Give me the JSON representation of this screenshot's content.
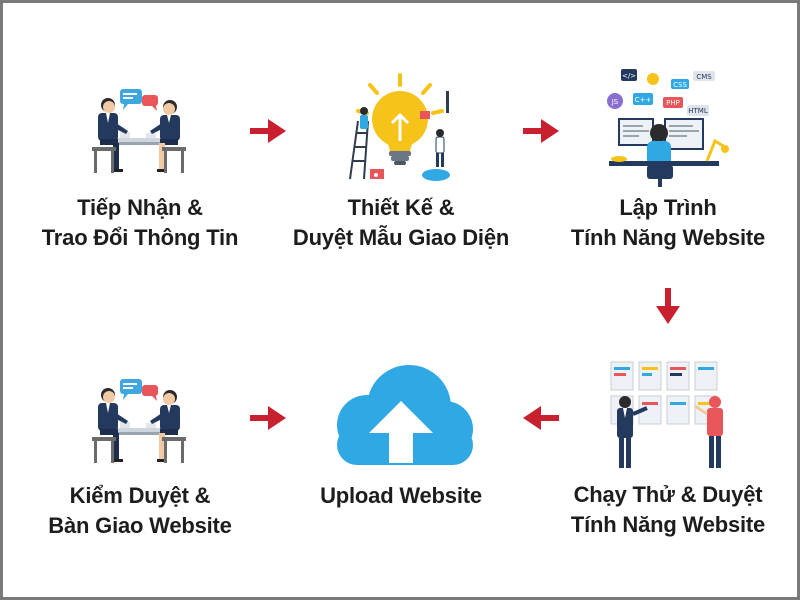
{
  "steps": [
    {
      "id": "tiep-nhan",
      "line1": "Tiếp Nhận &",
      "line2": "Trao Đổi Thông Tin"
    },
    {
      "id": "thiet-ke",
      "line1": "Thiết Kế &",
      "line2": "Duyệt Mẫu Giao Diện"
    },
    {
      "id": "lap-trinh",
      "line1": "Lập Trình",
      "line2": "Tính Năng Website"
    },
    {
      "id": "chay-thu",
      "line1": "Chạy Thử & Duyệt",
      "line2": "Tính Năng Website"
    },
    {
      "id": "upload",
      "line1": "Upload Website",
      "line2": ""
    },
    {
      "id": "kiem-duyet",
      "line1": "Kiểm Duyệt &",
      "line2": "Bàn Giao Website"
    }
  ],
  "icons": {
    "meeting": "meeting-icon",
    "lightbulb": "lightbulb-design-icon",
    "coding": "programmer-icon",
    "testing": "testing-board-icon",
    "cloud": "cloud-upload-icon"
  },
  "code_badges": [
    "</>",
    "CMS",
    "CSS",
    "JS",
    "C++",
    "PHP",
    "HTML"
  ],
  "colors": {
    "arrow": "#c8202f",
    "cloud": "#2fa8e3",
    "text": "#1d1d1d",
    "border": "#7a7a7a",
    "suit": "#233a5e",
    "bubble_blue": "#3fa7e0",
    "bubble_red": "#e8565a",
    "bulb": "#f6c31b"
  }
}
